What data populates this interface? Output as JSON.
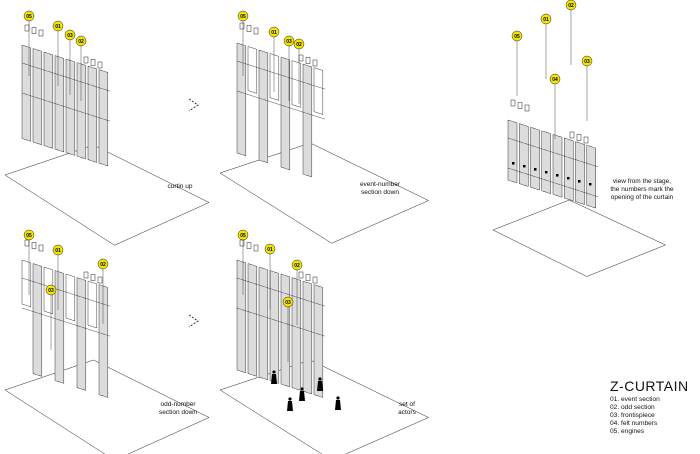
{
  "panels": [
    {
      "id": "p1",
      "caption": "curtin up",
      "badges": [
        "05",
        "01",
        "03",
        "02"
      ]
    },
    {
      "id": "p2",
      "caption": "event-number\nsection down",
      "badges": [
        "05",
        "01",
        "03",
        "02"
      ]
    },
    {
      "id": "p3",
      "caption": "view from the stage,\nthe numbers mark the\nopening of the curtain",
      "badges": [
        "05",
        "01",
        "02",
        "04",
        "03"
      ]
    },
    {
      "id": "p4",
      "caption": "odd-number\nsection down",
      "badges": [
        "05",
        "01",
        "03",
        "02"
      ]
    },
    {
      "id": "p5",
      "caption": "set of\nactors",
      "badges": [
        "05",
        "01",
        "02",
        "03"
      ]
    }
  ],
  "legend": {
    "title": "Z-CURTAIN",
    "items": [
      "01. event section",
      "02. odd section",
      "03. frontispiece",
      "04. felt numbers",
      "05. engines"
    ]
  },
  "colors": {
    "badge": "#f2e500",
    "line": "#222222",
    "hatch": "#9a9a9a"
  }
}
